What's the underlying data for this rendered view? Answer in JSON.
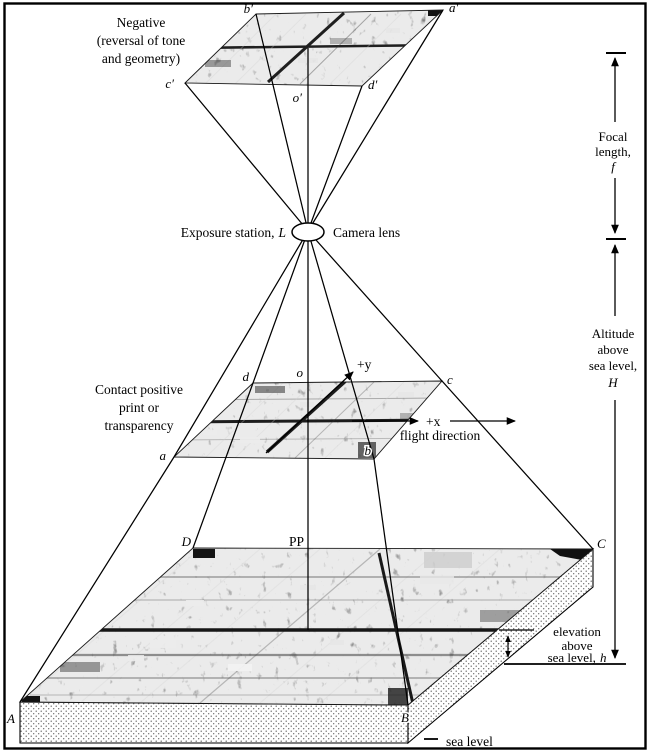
{
  "captions": {
    "negative": [
      "Negative",
      "(reversal of tone",
      "and geometry)"
    ],
    "positive": [
      "Contact positive",
      "print or",
      "transparency"
    ]
  },
  "lens": {
    "exposure_prefix": "Exposure station,",
    "exposure_var": "L",
    "camera_lens": "Camera lens"
  },
  "dims": {
    "focal_line1": "Focal",
    "focal_line2": "length,",
    "focal_var": "f",
    "alt_line1": "Altitude",
    "alt_line2": "above",
    "alt_line3": "sea level,",
    "alt_var": "H",
    "elev_line1": "elevation",
    "elev_line2": "above",
    "elev_line3_prefix": "sea level,",
    "elev_var": "h",
    "sea_level": "sea level"
  },
  "axes": {
    "plus_y": "+y",
    "plus_x": "+x",
    "flight_direction": "flight direction"
  },
  "points": {
    "b_prime": "b′",
    "a_prime": "a′",
    "c_prime": "c′",
    "d_prime": "d′",
    "o_prime": "o′",
    "o": "o",
    "d": "d",
    "c": "c",
    "a": "a",
    "b": "b",
    "D": "D",
    "C": "C",
    "PP": "PP",
    "A": "A",
    "B": "B"
  },
  "colors": {
    "ink": "#000000",
    "photo_gray": "#9a9a9a",
    "background": "#ffffff"
  }
}
